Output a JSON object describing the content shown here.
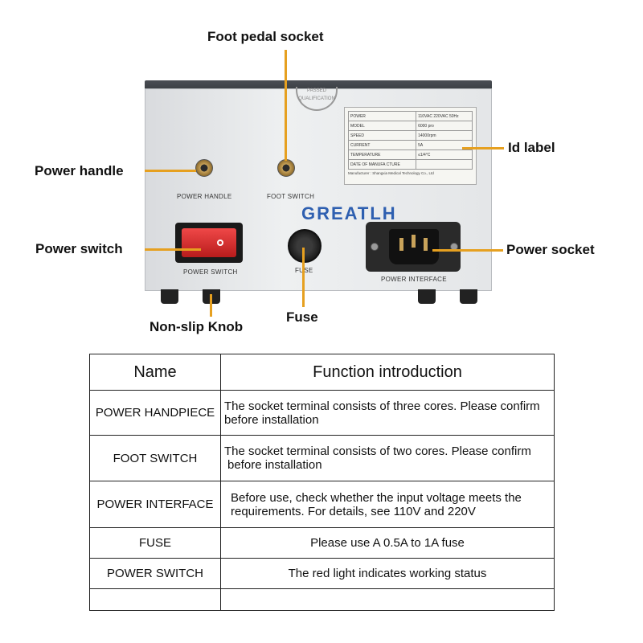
{
  "callouts": {
    "foot_pedal_socket": "Foot pedal socket",
    "power_handle": "Power handle",
    "id_label": "Id label",
    "power_switch": "Power switch",
    "power_socket": "Power socket",
    "non_slip_knob": "Non-slip Knob",
    "fuse": "Fuse"
  },
  "panel": {
    "power_handle": "POWER HANDLE",
    "foot_switch": "FOOT SWITCH",
    "power_switch": "POWER SWITCH",
    "fuse": "FUSE",
    "power_interface": "POWER INTERFACE",
    "brand": "GREATLH",
    "stamp_top": "PASSED",
    "stamp_bottom": "QUALIFICATION"
  },
  "id_label": {
    "rows": [
      {
        "key": "POWER",
        "value": "110VAC 220VAC 50Hz"
      },
      {
        "key": "MODEL",
        "value": "6000 pro"
      },
      {
        "key": "SPEED",
        "value": "14000rpm"
      },
      {
        "key": "CURRENT",
        "value": "5A"
      },
      {
        "key": "TEMPERATURE",
        "value": "≤1/4°C"
      },
      {
        "key": "DATE OF MANUFA CTURE",
        "value": ""
      }
    ],
    "manufacturer": "Manufacturer : Shangxia Medical Technology Co., Ltd"
  },
  "table": {
    "headers": {
      "name": "Name",
      "function": "Function introduction"
    },
    "rows": [
      {
        "name": "POWER HANDPIECE",
        "line1": "The socket terminal consists of three cores. Please confirm",
        "line2": "before installation"
      },
      {
        "name": "FOOT SWITCH",
        "line1": "The socket terminal consists of two cores. Please confirm",
        "line2": "before installation"
      },
      {
        "name": "POWER INTERFACE",
        "line1": "Before use, check whether the input voltage meets the",
        "line2": "requirements. For details, see 110V and 220V"
      },
      {
        "name": "FUSE",
        "line1": "Please use A 0.5A to 1A fuse",
        "line2": ""
      },
      {
        "name": "POWER SWITCH",
        "line1": "The red light indicates working status",
        "line2": ""
      },
      {
        "name": "",
        "line1": "",
        "line2": ""
      }
    ]
  },
  "colors": {
    "accent": "#e6a020",
    "brand": "#2e5fb0",
    "switch_red": "#e03030"
  }
}
